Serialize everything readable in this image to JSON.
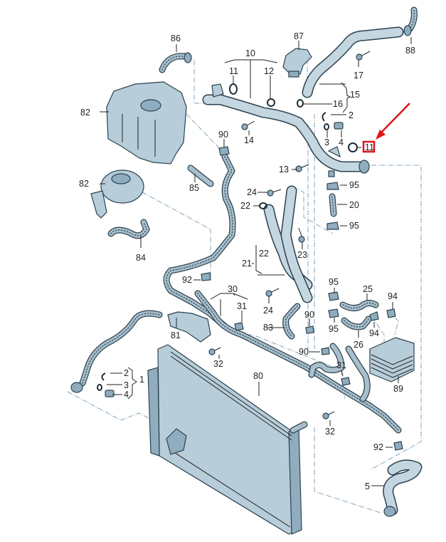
{
  "diagram": {
    "title": "Coolant system parts diagram",
    "highlight": {
      "part": "11",
      "color": "#e0141a",
      "note": "highlighted with red box and arrow"
    },
    "colors": {
      "part_fill": "#b7cdd9",
      "outline": "#2c4250",
      "dash_line": "#7fa3bb",
      "highlight": "#e0141a"
    },
    "labels": {
      "l86": "86",
      "l87": "87",
      "l88": "88",
      "l10": "10",
      "l11a": "11",
      "l12": "12",
      "l17": "17",
      "l15": "15",
      "l16": "16",
      "l2a": "2",
      "l3a": "3",
      "l4a": "4",
      "l11b": "11",
      "l82a": "82",
      "l82b": "82",
      "l90a": "90",
      "l14": "14",
      "l85": "85",
      "l13": "13",
      "l95a": "95",
      "l20": "20",
      "l95b": "95",
      "l24a": "24",
      "l22a": "22",
      "l23": "23",
      "l22b": "22",
      "l21": "21",
      "l84": "84",
      "l92a": "92",
      "l24b": "24",
      "l30": "30",
      "l31a": "31",
      "l95c": "95",
      "l25": "25",
      "l94a": "94",
      "l83": "83",
      "l90b": "90",
      "l95d": "95",
      "l94b": "94",
      "l26": "26",
      "l81": "81",
      "l90c": "90",
      "l32a": "32",
      "l31b": "31",
      "l89": "89",
      "l2b": "2",
      "l3b": "3",
      "l4b": "4",
      "l1": "1",
      "l80": "80",
      "l32b": "32",
      "l92b": "92",
      "l5": "5"
    },
    "parts": [
      {
        "id": "1",
        "name": "coolant hose assembly (lower left)"
      },
      {
        "id": "2",
        "name": "retaining clip"
      },
      {
        "id": "3",
        "name": "o-ring"
      },
      {
        "id": "4",
        "name": "temperature sender"
      },
      {
        "id": "5",
        "name": "coolant hose (lower right)"
      },
      {
        "id": "10",
        "name": "coolant pipe assembly"
      },
      {
        "id": "11",
        "name": "o-ring"
      },
      {
        "id": "12",
        "name": "o-ring"
      },
      {
        "id": "13",
        "name": "bolt"
      },
      {
        "id": "14",
        "name": "bolt"
      },
      {
        "id": "15",
        "name": "coolant pipe"
      },
      {
        "id": "16",
        "name": "o-ring"
      },
      {
        "id": "17",
        "name": "bolt"
      },
      {
        "id": "20",
        "name": "hose"
      },
      {
        "id": "21",
        "name": "coolant pipe pair"
      },
      {
        "id": "22",
        "name": "o-ring"
      },
      {
        "id": "23",
        "name": "bolt"
      },
      {
        "id": "24",
        "name": "bolt"
      },
      {
        "id": "25",
        "name": "hose"
      },
      {
        "id": "26",
        "name": "hose"
      },
      {
        "id": "30",
        "name": "coolant line assembly"
      },
      {
        "id": "31",
        "name": "clip"
      },
      {
        "id": "32",
        "name": "bolt"
      },
      {
        "id": "80",
        "name": "radiator"
      },
      {
        "id": "81",
        "name": "coolant flange"
      },
      {
        "id": "82",
        "name": "expansion tank"
      },
      {
        "id": "83",
        "name": "hose"
      },
      {
        "id": "84",
        "name": "hose"
      },
      {
        "id": "85",
        "name": "hose"
      },
      {
        "id": "86",
        "name": "hose"
      },
      {
        "id": "87",
        "name": "thermostat housing"
      },
      {
        "id": "88",
        "name": "hose"
      },
      {
        "id": "89",
        "name": "oil cooler"
      },
      {
        "id": "90",
        "name": "clamp"
      },
      {
        "id": "92",
        "name": "clamp"
      },
      {
        "id": "94",
        "name": "clamp"
      },
      {
        "id": "95",
        "name": "clamp"
      }
    ]
  }
}
